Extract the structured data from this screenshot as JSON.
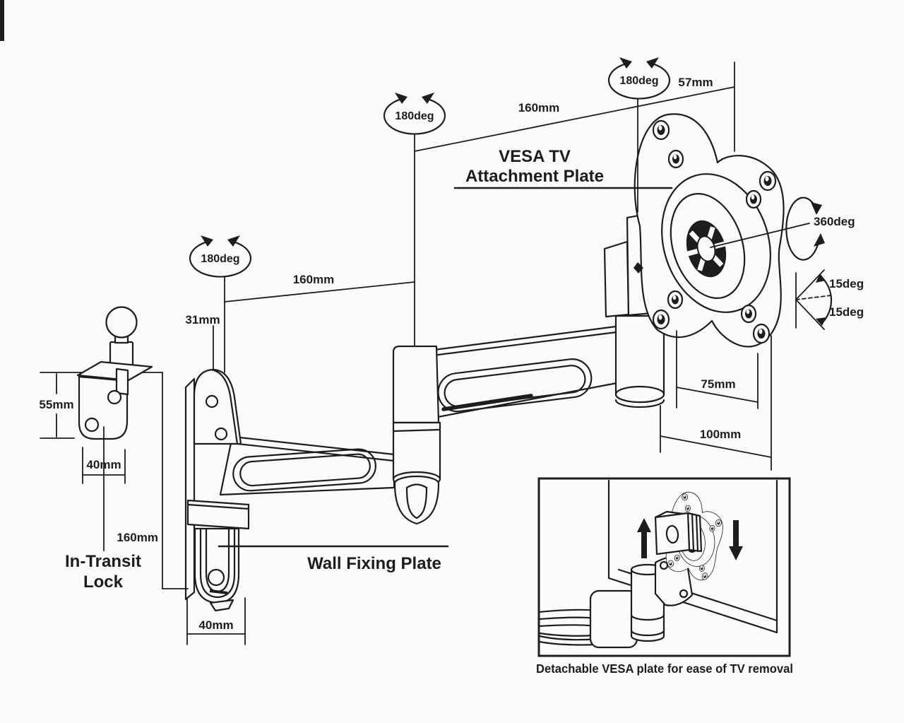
{
  "diagram": {
    "title": {
      "line1": "VESA TV",
      "line2": "Attachment Plate"
    },
    "labels": {
      "wall_fixing_plate": "Wall Fixing Plate",
      "in_transit_line1": "In-Transit",
      "in_transit_line2": "Lock",
      "inset_caption": "Detachable VESA plate for ease of TV removal"
    },
    "rotations": {
      "swivel_vesa": "180deg",
      "swivel_mid": "180deg",
      "swivel_wall": "180deg",
      "spin": "360deg",
      "tilt_up": "15deg",
      "tilt_down": "15deg"
    },
    "measurements": {
      "folded_depth": "57mm",
      "upper_arm": "160mm",
      "lower_arm": "160mm",
      "wall_offset": "31mm",
      "lock_height": "55mm",
      "lock_width": "40mm",
      "plate_height": "160mm",
      "plate_width": "40mm",
      "vesa_75": "75mm",
      "vesa_100": "100mm"
    },
    "colors": {
      "background": "#fbfbfb",
      "line": "#1d1d1d"
    }
  }
}
